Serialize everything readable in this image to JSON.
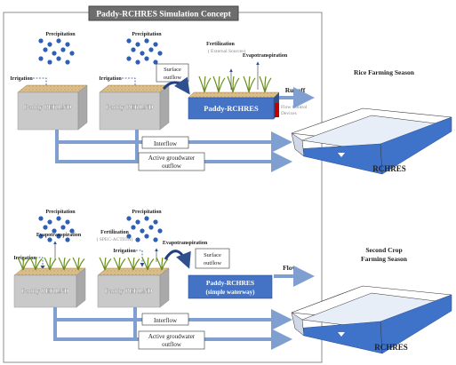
{
  "title": "Paddy-RCHRES Simulation Concept",
  "top": {
    "precip_left": "Precipitation",
    "precip_mid": "Precipitation",
    "irrigation_left": "Irrigation",
    "irrigation_mid": "Irrigation",
    "perlnd_left": "Paddy PERLND",
    "perlnd_mid": "Paddy PERLND",
    "surface_outflow": [
      "Surface",
      "outflow"
    ],
    "fertilization": "Fertilization",
    "fertilization_sub": "( External Sources)",
    "evapotranspiration": "Evapotranspiration",
    "rchres_box": "Paddy-RCHRES",
    "runoff": "Runoff",
    "flow_control": [
      "Flow Control",
      "Devices"
    ],
    "interflow": "Interflow",
    "active_gw": [
      "Active groudwater",
      "outflow"
    ],
    "season": "Rice Farming Season",
    "rchres": "RCHRES"
  },
  "bottom": {
    "precip_left": "Precipitation",
    "precip_mid": "Precipitation",
    "evap_left": "Evapotranspiration",
    "evap_mid": "Evapotranspiration",
    "irrigation_left": "Irrigation",
    "irrigation_mid": "Irrigation",
    "fertilization": "Fertilization",
    "fertilization_sub": "( SPEC-ACTION)",
    "perlnd_left": "Paddy PERLND",
    "perlnd_mid": "Paddy PERLND",
    "surface_outflow": [
      "Surface",
      "outflow"
    ],
    "rchres_box": [
      "Paddy-RCHRES",
      "(simple waterway)"
    ],
    "flow": "Flow",
    "interflow": "Interflow",
    "active_gw": [
      "Active groudwater",
      "outflow"
    ],
    "season": [
      "Second Crop",
      "Farming Season"
    ],
    "rchres": "RCHRES"
  },
  "colors": {
    "arrow": "#7f9fd0",
    "rchres_blue": "#4472c4",
    "water": "#3f72c9",
    "drop": "#2f5fb5",
    "flow_control": "#c00000",
    "box_gray": "#c9c9c9",
    "soil_top": "#dcc08c"
  }
}
